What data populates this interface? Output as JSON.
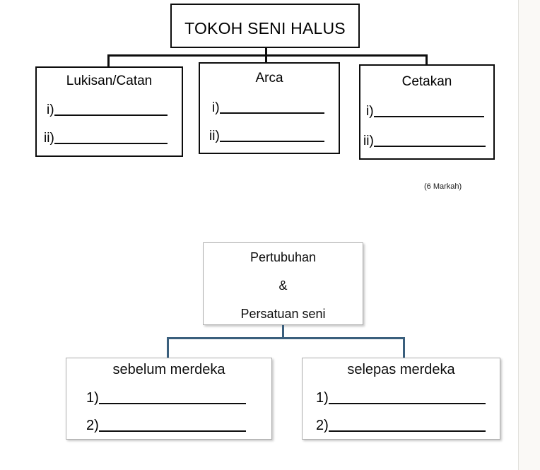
{
  "page": {
    "background_color": "#ffffff",
    "margin_strip_color": "#faf9f6"
  },
  "diagram_one": {
    "root": {
      "label": "TOKOH SENI HALUS"
    },
    "connector_color": "#0d0d0d",
    "children": [
      {
        "label": "Lukisan/Catan",
        "blanks": [
          {
            "marker": "i)"
          },
          {
            "marker": "ii)"
          }
        ]
      },
      {
        "label": "Arca",
        "blanks": [
          {
            "marker": "i)"
          },
          {
            "marker": "ii)"
          }
        ]
      },
      {
        "label": "Cetakan",
        "blanks": [
          {
            "marker": "i)"
          },
          {
            "marker": "ii)"
          }
        ]
      }
    ],
    "marks_note": "(6 Markah)"
  },
  "diagram_two": {
    "connector_color": "#3a5f7d",
    "root": {
      "line1": "Pertubuhan",
      "line2": "&",
      "line3": "Persatuan seni"
    },
    "children": [
      {
        "label": "sebelum merdeka",
        "blanks": [
          {
            "marker": "1)"
          },
          {
            "marker": "2)"
          }
        ]
      },
      {
        "label": "selepas merdeka",
        "blanks": [
          {
            "marker": "1)"
          },
          {
            "marker": "2)"
          }
        ]
      }
    ]
  }
}
